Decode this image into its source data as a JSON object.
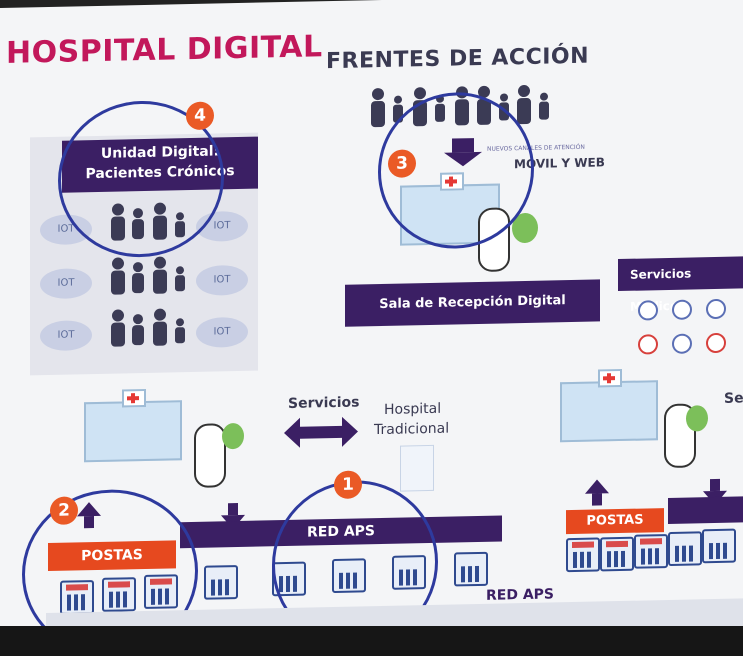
{
  "header": {
    "title": "HOSPITAL DIGITAL",
    "subtitle": "FRENTES DE ACCIÓN"
  },
  "unidad_digital": {
    "badge": "4",
    "label_line1": "Unidad Digital:",
    "label_line2": "Pacientes Crónicos",
    "iot_label": "IOT"
  },
  "canales": {
    "badge": "3",
    "small_text": "NUEVOS CANALES DE ATENCIÓN",
    "label": "MOVIL Y WEB"
  },
  "sala": {
    "label": "Sala de Recepción Digital"
  },
  "servicios_medicos": {
    "label": "Servicios Médicos"
  },
  "middle": {
    "servicios": "Servicios",
    "hospital_line1": "Hospital",
    "hospital_line2": "Tradicional",
    "right_partial": "Se"
  },
  "bottom": {
    "badge_postas": "2",
    "badge_red": "1",
    "postas_label": "POSTAS",
    "red_aps_label": "RED APS",
    "red_aps_bottom": "RED APS"
  },
  "colors": {
    "title": "#c2185b",
    "purple": "#3b1f64",
    "orange": "#ea5a26",
    "circle_blue": "#2e3a9e"
  }
}
